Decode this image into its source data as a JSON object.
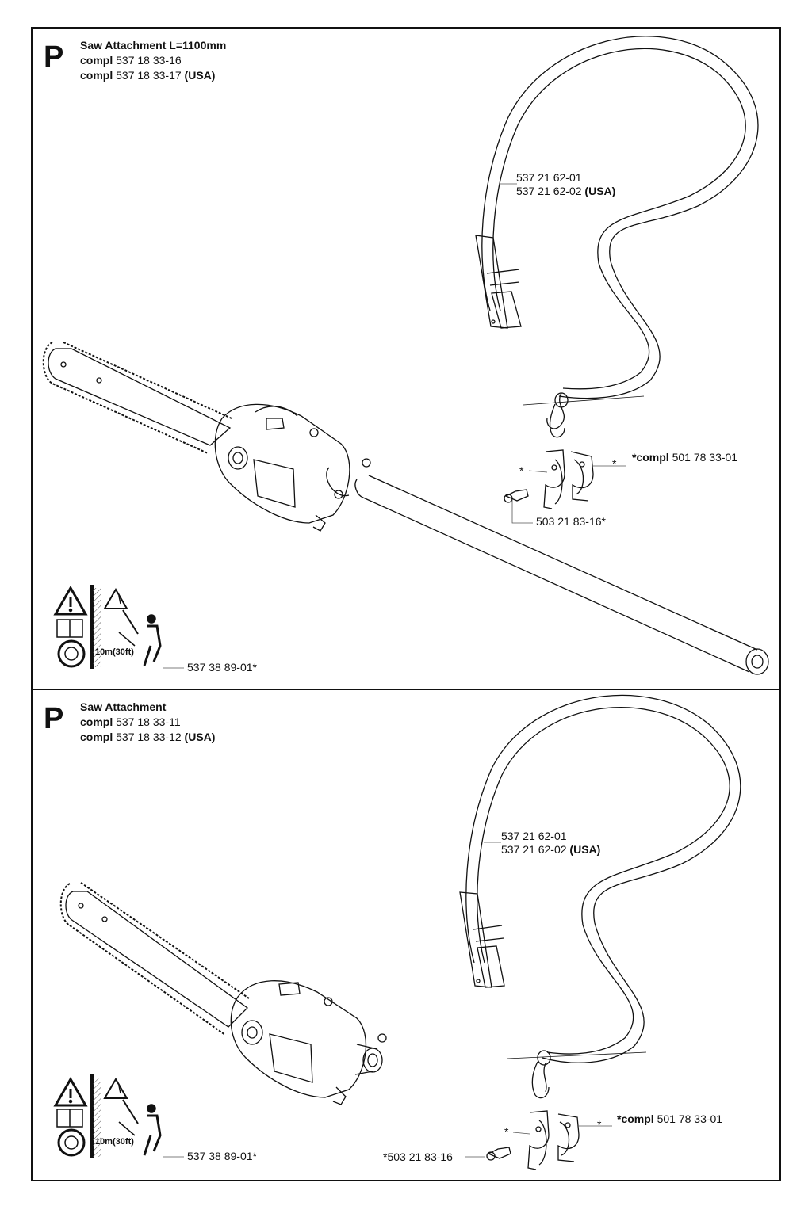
{
  "sections": [
    {
      "letter": "P",
      "title": "Saw Attachment L=1100mm",
      "lines": [
        {
          "prefix": "compl",
          "number": "537 18 33-16",
          "suffix": ""
        },
        {
          "prefix": "compl",
          "number": "537 18 33-17",
          "suffix": "(USA)"
        }
      ],
      "strap": {
        "line1": "537 21 62-01",
        "line2_number": "537 21 62-02",
        "line2_suffix": "(USA)"
      },
      "clamp": {
        "prefix": "*compl",
        "number": "501 78 33-01",
        "star": "*"
      },
      "screw": "503 21 83-16*",
      "decal": "537 38 89-01*",
      "distance_label": "10m(30ft)"
    },
    {
      "letter": "P",
      "title": "Saw Attachment",
      "lines": [
        {
          "prefix": "compl",
          "number": "537 18 33-11",
          "suffix": ""
        },
        {
          "prefix": "compl",
          "number": "537 18 33-12",
          "suffix": "(USA)"
        }
      ],
      "strap": {
        "line1": "537 21 62-01",
        "line2_number": "537 21 62-02",
        "line2_suffix": "(USA)"
      },
      "clamp": {
        "prefix": "*compl",
        "number": "501 78 33-01",
        "star": "*"
      },
      "screw": "*503 21 83-16",
      "decal": "537 38 89-01*",
      "distance_label": "10m(30ft)"
    }
  ]
}
